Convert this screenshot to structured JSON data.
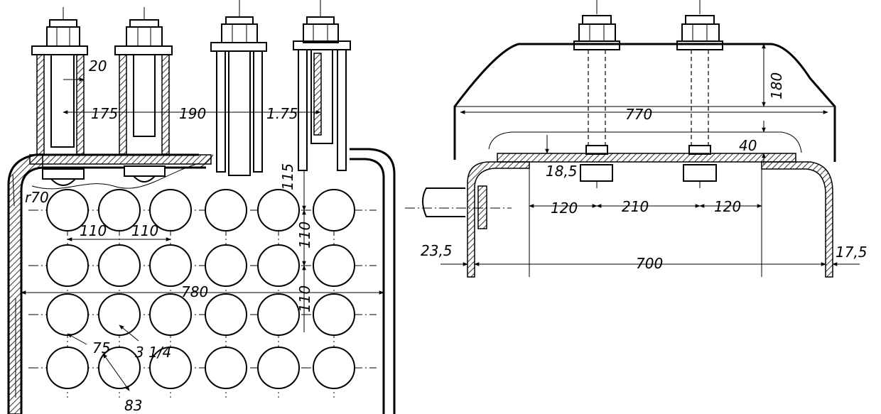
{
  "front_view": {
    "labels": {
      "d20": "20",
      "d175a": "175",
      "d190": "190",
      "d175b": "1.75",
      "r70": "r70",
      "d115": "115",
      "d110v1": "110",
      "d110v2": "110",
      "d110h1": "110",
      "d110h2": "110",
      "d780": "780",
      "d75": "75",
      "d3q": "3 1/4",
      "d83": "83"
    },
    "hole_grid": {
      "rows": 4,
      "cols": 6
    }
  },
  "side_view": {
    "labels": {
      "d770": "770",
      "d180": "180",
      "d40": "40",
      "d18_5": "18,5",
      "d120a": "120",
      "d210": "210",
      "d120b": "120",
      "d23_5": "23,5",
      "d700": "700",
      "d17_5": "17,5"
    }
  }
}
